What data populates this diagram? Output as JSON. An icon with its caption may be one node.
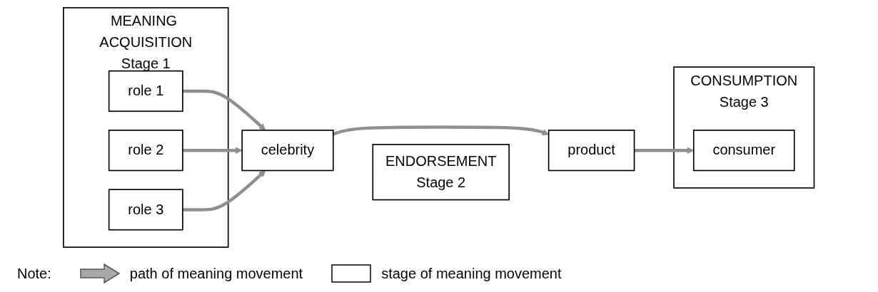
{
  "diagram": {
    "nodes": [
      {
        "text": [
          "MEANING ACQUISITION",
          "Stage 1"
        ]
      },
      {
        "text": [
          "role 1"
        ],
        "in": 0
      },
      {
        "text": [
          "role 2"
        ],
        "in": 0
      },
      {
        "text": [
          "role 3"
        ],
        "in": 0
      },
      {
        "text": [
          "celebrity"
        ]
      },
      {
        "text": [
          "ENDORSEMENT",
          "Stage 2"
        ]
      },
      {
        "text": [
          "product"
        ]
      },
      {
        "text": [
          "CONSUMPTION",
          "Stage 3"
        ]
      },
      {
        "text": [
          "consumer"
        ],
        "in": 7
      }
    ],
    "edges": [
      {
        "from": 1,
        "to": 4,
        "arrow": "to"
      },
      {
        "from": 2,
        "to": 4,
        "arrow": "to"
      },
      {
        "from": 3,
        "to": 4,
        "arrow": "to"
      },
      {
        "from": 4,
        "to": 6,
        "arrow": "to"
      },
      {
        "from": 6,
        "to": 8,
        "arrow": "to"
      }
    ],
    "labels": [
      "Note:"
    ],
    "legend": [
      {
        "text": "path of meaning movement"
      },
      {
        "text": "stage of meaning movement"
      }
    ]
  }
}
